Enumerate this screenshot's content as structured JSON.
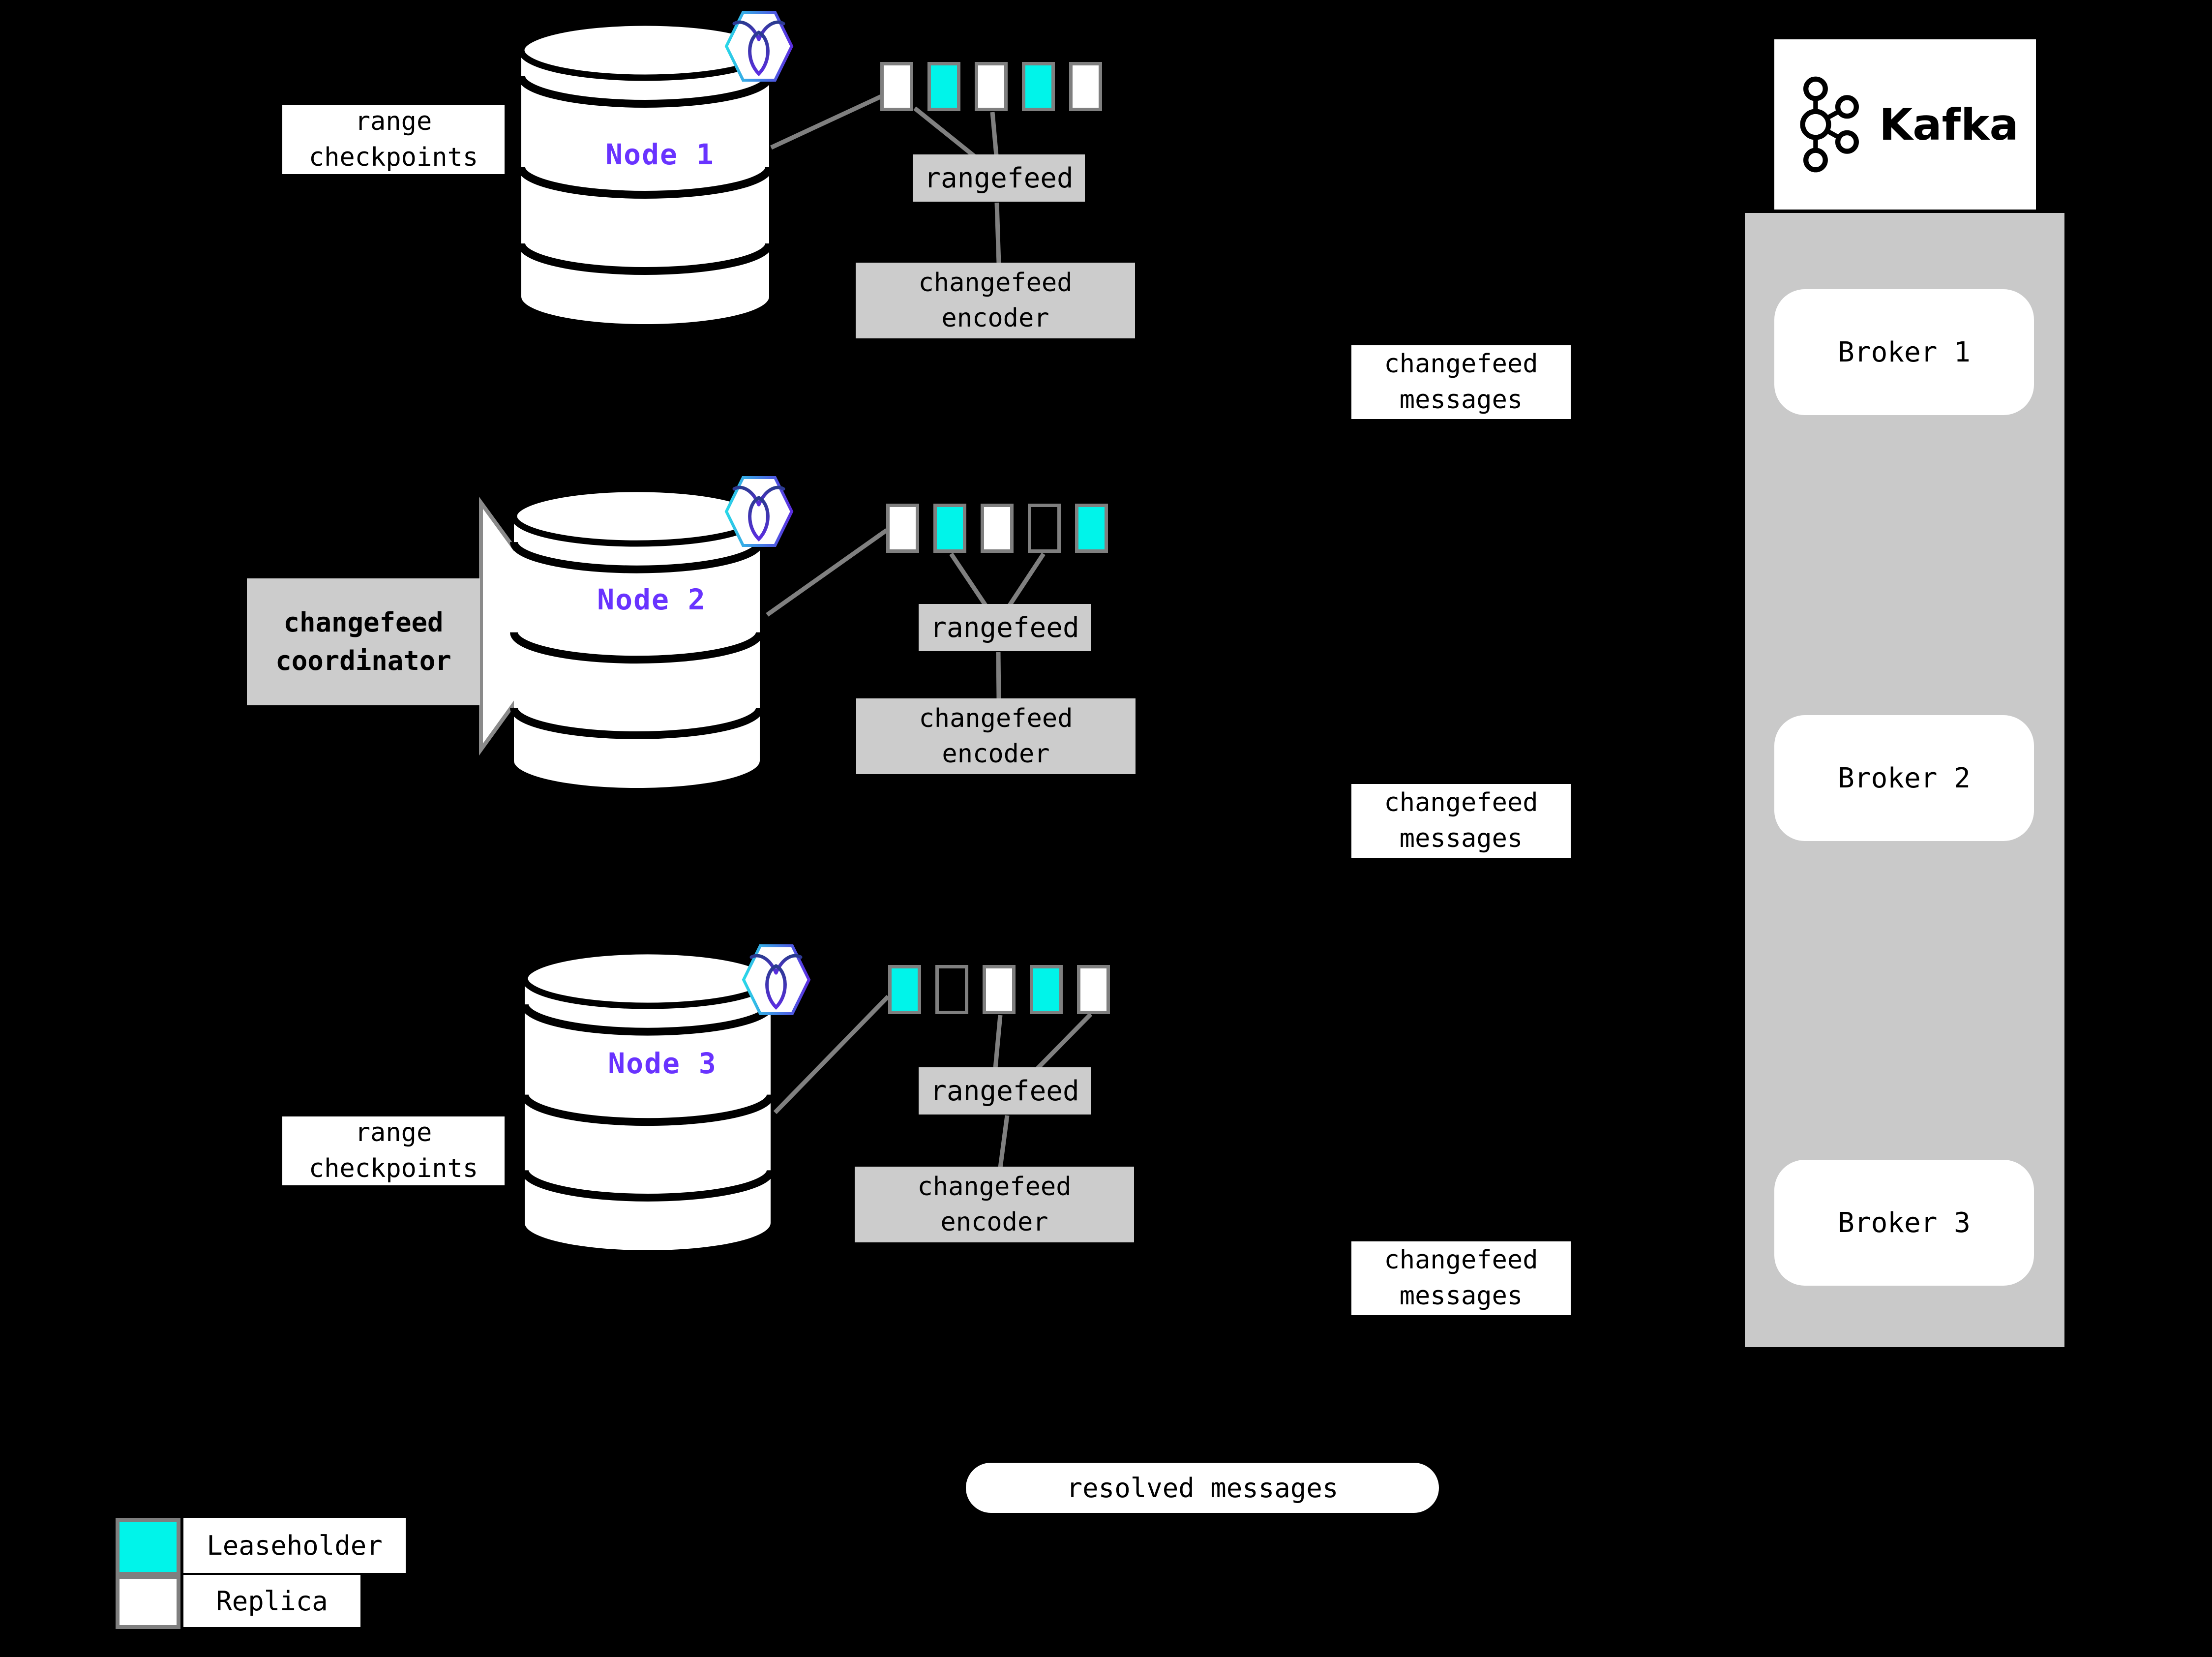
{
  "colors": {
    "leaseholder": "#00F4EA",
    "replica": "#FFFFFF",
    "empty": "#000000",
    "node_label": "#6933FF",
    "box_gray": "#CCCCCC",
    "line_gray": "#808080",
    "square_border": "#7F7F7F"
  },
  "nodes": [
    {
      "name": "Node 1",
      "ranges": [
        "replica",
        "leaseholder",
        "replica",
        "leaseholder",
        "replica"
      ]
    },
    {
      "name": "Node 2",
      "ranges": [
        "replica",
        "leaseholder",
        "replica",
        "empty",
        "leaseholder"
      ]
    },
    {
      "name": "Node 3",
      "ranges": [
        "leaseholder",
        "empty",
        "replica",
        "leaseholder",
        "replica"
      ]
    }
  ],
  "labels": {
    "rangefeed": "rangefeed",
    "encoder": {
      "line1": "changefeed",
      "line2": "encoder"
    },
    "messages": {
      "line1": "changefeed",
      "line2": "messages"
    },
    "range_checkpoints": {
      "line1": "range",
      "line2": "checkpoints"
    },
    "coordinator": {
      "line1": "changefeed",
      "line2": "coordinator"
    },
    "resolved": "resolved messages"
  },
  "kafka": {
    "title": "Kafka",
    "brokers": [
      {
        "label": "Broker 1"
      },
      {
        "label": "Broker 2"
      },
      {
        "label": "Broker 3"
      }
    ]
  },
  "legend": {
    "leaseholder_label": "Leaseholder",
    "replica_label": "Replica"
  }
}
